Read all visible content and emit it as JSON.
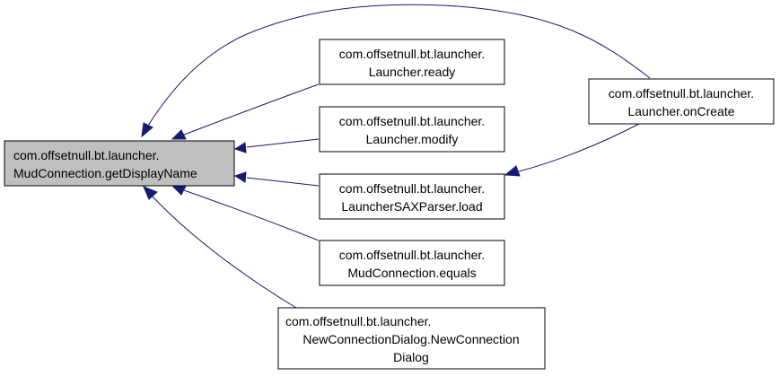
{
  "colors": {
    "edge": "#191970",
    "root_fill": "#bfbfbf",
    "node_fill": "#ffffff",
    "border": "#000000"
  },
  "nodes": {
    "root": [
      "com.offsetnull.bt.launcher.",
      "MudConnection.getDisplayName"
    ],
    "ready": [
      "com.offsetnull.bt.launcher.",
      "Launcher.ready"
    ],
    "modify": [
      "com.offsetnull.bt.launcher.",
      "Launcher.modify"
    ],
    "load": [
      "com.offsetnull.bt.launcher.",
      "LauncherSAXParser.load"
    ],
    "equals": [
      "com.offsetnull.bt.launcher.",
      "MudConnection.equals"
    ],
    "dialog": [
      "com.offsetnull.bt.launcher.",
      "NewConnectionDialog.NewConnection",
      "Dialog"
    ],
    "oncreate": [
      "com.offsetnull.bt.launcher.",
      "Launcher.onCreate"
    ]
  },
  "edges": [
    {
      "from": "ready",
      "to": "root"
    },
    {
      "from": "modify",
      "to": "root"
    },
    {
      "from": "load",
      "to": "root"
    },
    {
      "from": "equals",
      "to": "root"
    },
    {
      "from": "dialog",
      "to": "root"
    },
    {
      "from": "oncreate",
      "to": "root"
    },
    {
      "from": "oncreate",
      "to": "load"
    }
  ]
}
